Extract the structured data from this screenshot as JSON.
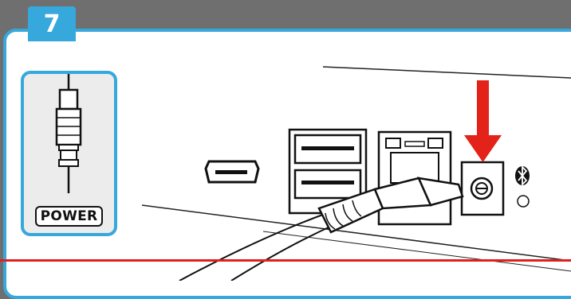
{
  "step": {
    "number": "7"
  },
  "callout": {
    "connector": "barrel-plug",
    "label": "POWER"
  },
  "ports": [
    "hdmi-port",
    "usb-ports",
    "ethernet-port",
    "dc-power-jack",
    "bluetooth-indicator"
  ],
  "colors": {
    "accent": "#36a8dc",
    "arrow": "#e32219",
    "divider": "#e02020",
    "background": "#6f6f6f"
  },
  "icons": [
    "bluetooth-icon",
    "down-arrow-icon"
  ]
}
